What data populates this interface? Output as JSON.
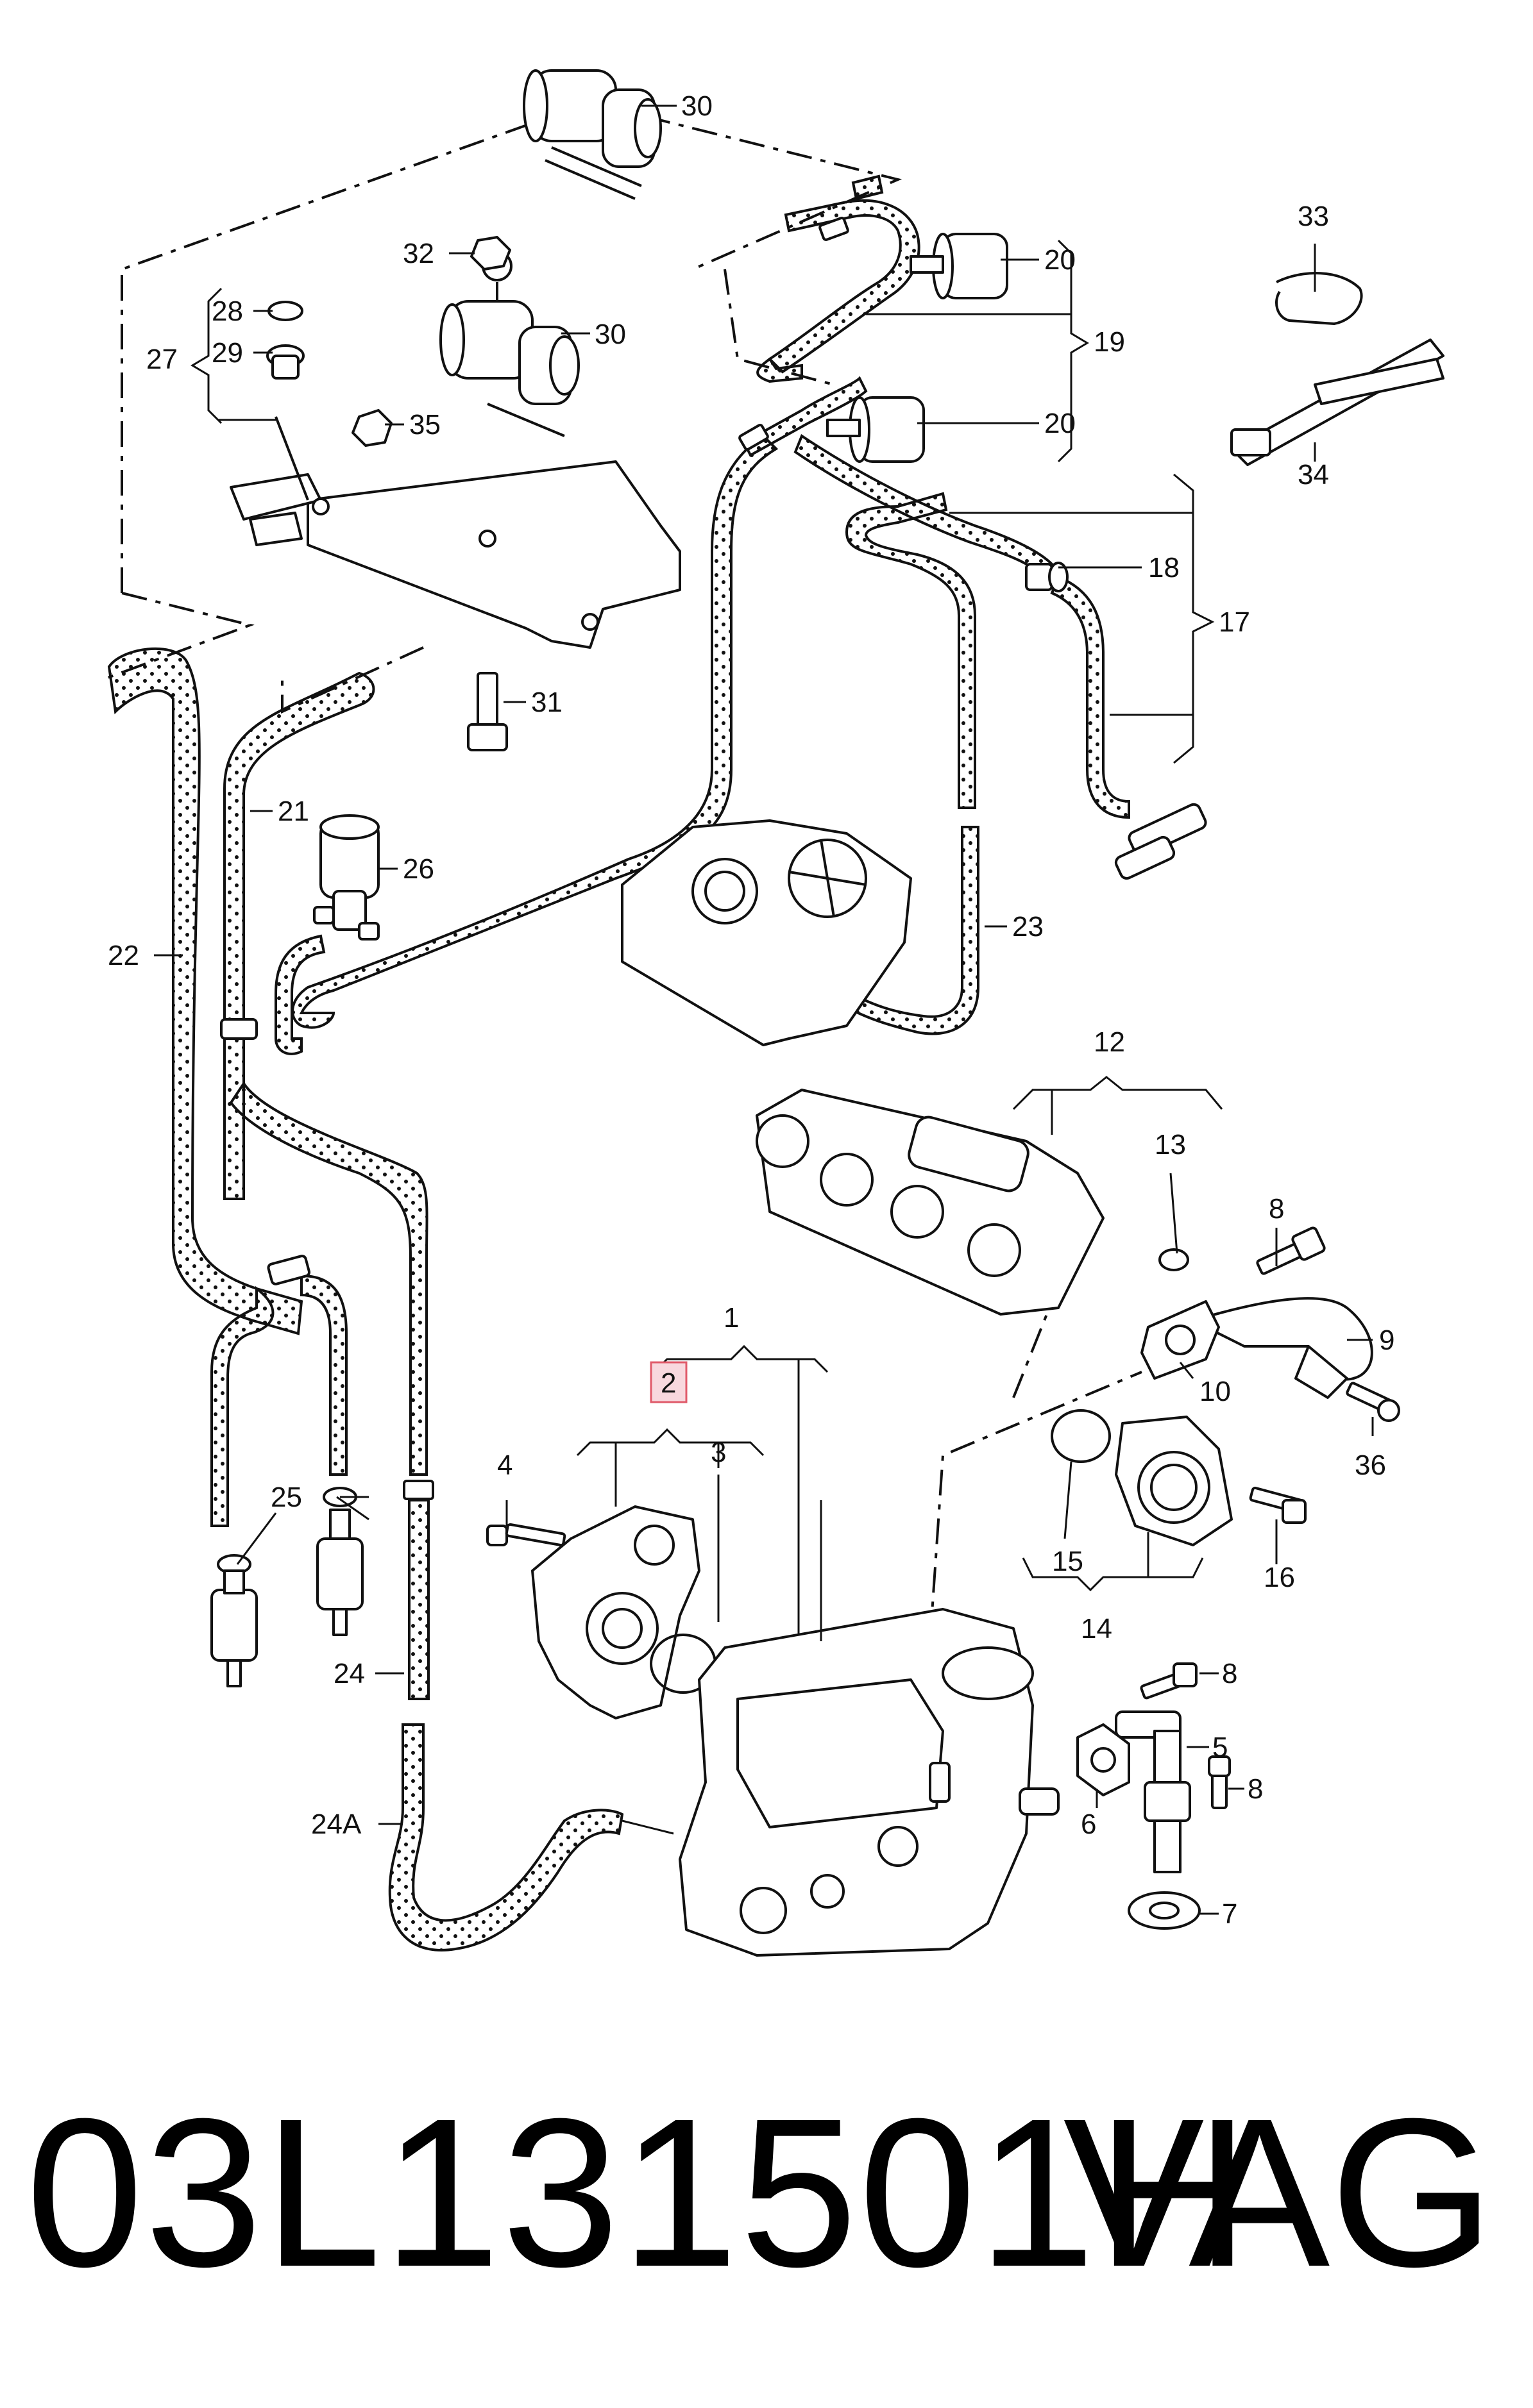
{
  "colors": {
    "line": "#111111",
    "highlight_fill": "#f8d8de",
    "highlight_stroke": "#e05a6a",
    "background": "#ffffff"
  },
  "callouts": {
    "c1": "1",
    "c2": "2",
    "c3": "3",
    "c4": "4",
    "c5": "5",
    "c6": "6",
    "c7": "7",
    "c8a": "8",
    "c8b": "8",
    "c8c": "8",
    "c9": "9",
    "c10": "10",
    "c12": "12",
    "c13": "13",
    "c14": "14",
    "c15": "15",
    "c16": "16",
    "c17": "17",
    "c18": "18",
    "c19": "19",
    "c20a": "20",
    "c20b": "20",
    "c21": "21",
    "c22": "22",
    "c23": "23",
    "c24": "24",
    "c24a": "24A",
    "c25": "25",
    "c26": "26",
    "c27": "27",
    "c28": "28",
    "c29": "29",
    "c30a": "30",
    "c30b": "30",
    "c31": "31",
    "c32": "32",
    "c33": "33",
    "c34": "34",
    "c35": "35",
    "c36": "36"
  },
  "highlighted_callout": "2",
  "footer": {
    "part_number": "03L131501H",
    "brand": "VAG"
  }
}
